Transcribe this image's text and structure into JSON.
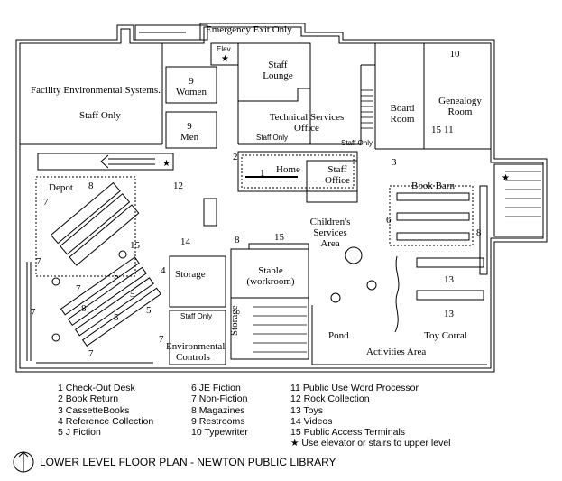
{
  "title": "LOWER LEVEL FLOOR PLAN - NEWTON PUBLIC LIBRARY",
  "rooms": {
    "emergency_exit": "Emergency Exit Only",
    "elevator": "Elev.",
    "facility": "Facility Environmental Systems.",
    "staff_only_main": "Staff Only",
    "women_num": "9",
    "women": "Women",
    "men_num": "9",
    "men": "Men",
    "staff_lounge": "Staff Lounge",
    "tech_services": "Technical Services Office",
    "staff_only_tech": "Staff Only",
    "staff_only_stairs": "Staff Only",
    "board_room": "Board Room",
    "genealogy_num": "10",
    "genealogy": "Genealogy Room",
    "gen_15": "15",
    "gen_11": "11",
    "home": "Home",
    "home_1": "1",
    "home_2": "2",
    "staff_office": "Staff Office",
    "num_3": "3",
    "num_12": "12",
    "depot": "Depot",
    "depot_8": "8",
    "childrens": "Children's Services Area",
    "book_barn": "Book Barn",
    "barn_6": "6",
    "barn_8": "8",
    "num_14": "14",
    "num_8b": "8",
    "num_15b": "15",
    "num_15c": "15",
    "storage_room": "Storage",
    "storage_4": "4",
    "staff_only_storage": "Staff Only",
    "stable": "Stable (workroom)",
    "storage_side": "Storage",
    "env_controls": "Environmental Controls",
    "pond": "Pond",
    "toy_corral": "Toy Corral",
    "activities": "Activities Area",
    "toys_13a": "13",
    "toys_13b": "13",
    "left_7a": "7",
    "left_7b": "7",
    "left_7c": "7",
    "left_7d": "7",
    "left_7e": "7",
    "left_8": "8",
    "left_5a": "5",
    "left_5b": "5",
    "left_5c": "5",
    "left_5d": "5",
    "env_7": "7"
  },
  "legend": {
    "col1": [
      "1  Check-Out Desk",
      "2  Book Return",
      "3  CassetteBooks",
      "4  Reference Collection",
      "5  J Fiction"
    ],
    "col2": [
      "6  JE Fiction",
      "7  Non-Fiction",
      "8  Magazines",
      "9  Restrooms",
      "10 Typewriter"
    ],
    "col3": [
      "11 Public Use Word Processor",
      "12 Rock Collection",
      "13 Toys",
      "14 Videos",
      "15 Public Access Terminals"
    ],
    "star_note": "Use elevator or stairs to upper level"
  },
  "icons": {
    "star": "star-icon",
    "stairs": "stairs-icon",
    "arrow": "arrow-icon",
    "north": "north-arrow-icon"
  }
}
